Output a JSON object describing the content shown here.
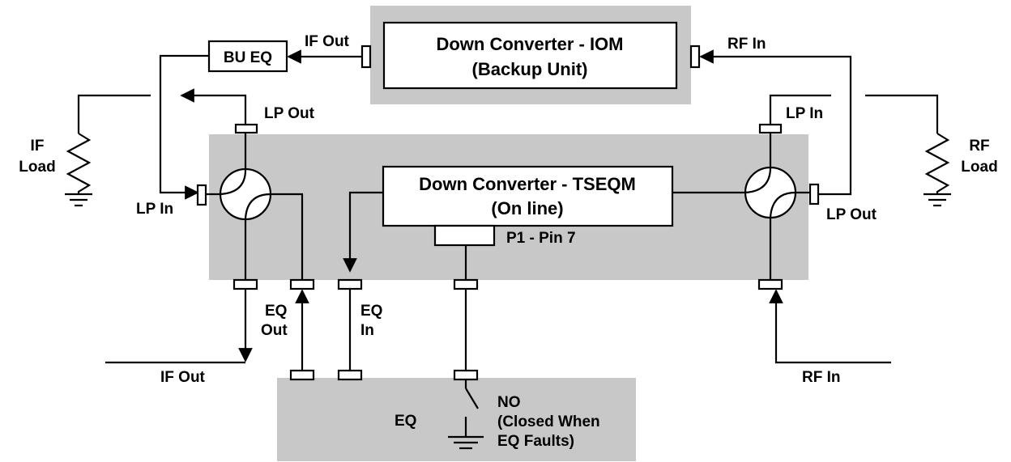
{
  "colors": {
    "panel": "#c8c8c8",
    "line": "#000000",
    "box": "#ffffff"
  },
  "blocks": {
    "iom": {
      "line1": "Down Converter - IOM",
      "line2": "(Backup Unit)"
    },
    "tseqm": {
      "line1": "Down Converter - TSEQM",
      "line2": "(On line)"
    },
    "bu_eq": "BU EQ",
    "p1": "P1 - Pin 7",
    "eq": "EQ"
  },
  "labels": {
    "if_out_top": "IF Out",
    "rf_in_top": "RF In",
    "lp_out_left": "LP Out",
    "lp_in_left": "LP In",
    "lp_in_right": "LP In",
    "lp_out_right": "LP Out",
    "if_load": [
      "IF",
      "Load"
    ],
    "rf_load": [
      "RF",
      "Load"
    ],
    "eq_out": [
      "EQ",
      "Out"
    ],
    "eq_in": [
      "EQ",
      "In"
    ],
    "if_out_bottom": "IF Out",
    "rf_in_bottom": "RF In",
    "no_switch": [
      "NO",
      "(Closed When",
      "EQ Faults)"
    ]
  }
}
